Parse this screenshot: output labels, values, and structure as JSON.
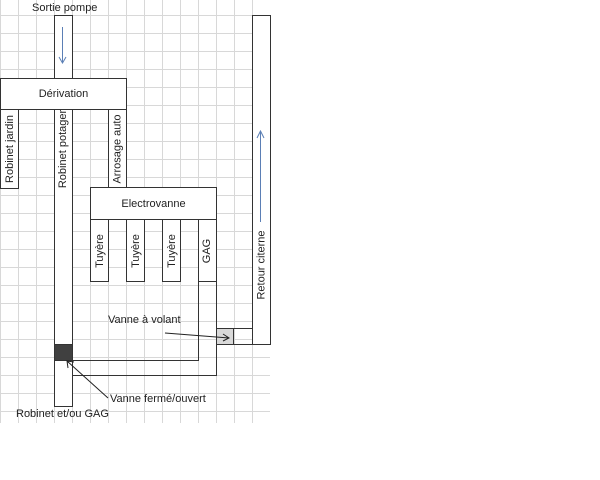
{
  "title": "Sortie pompe",
  "derivation": "Dérivation",
  "branches": [
    "Robinet jardin",
    "Robinet potager",
    "Arrosage auto"
  ],
  "electrovanne": "Electrovanne",
  "outputs": [
    "Tuyère",
    "Tuyère",
    "Tuyère",
    "GAG"
  ],
  "retour": "Retour citerne",
  "vanne_volant": "Vanne à volant",
  "vanne_ferme": "Vanne fermé/ouvert",
  "bottom_label": "Robinet et/ou GAG",
  "colors": {
    "valve_gray": "#d9d9d9",
    "valve_dark": "#404040",
    "flow_arrow": "#5b7fb5"
  }
}
